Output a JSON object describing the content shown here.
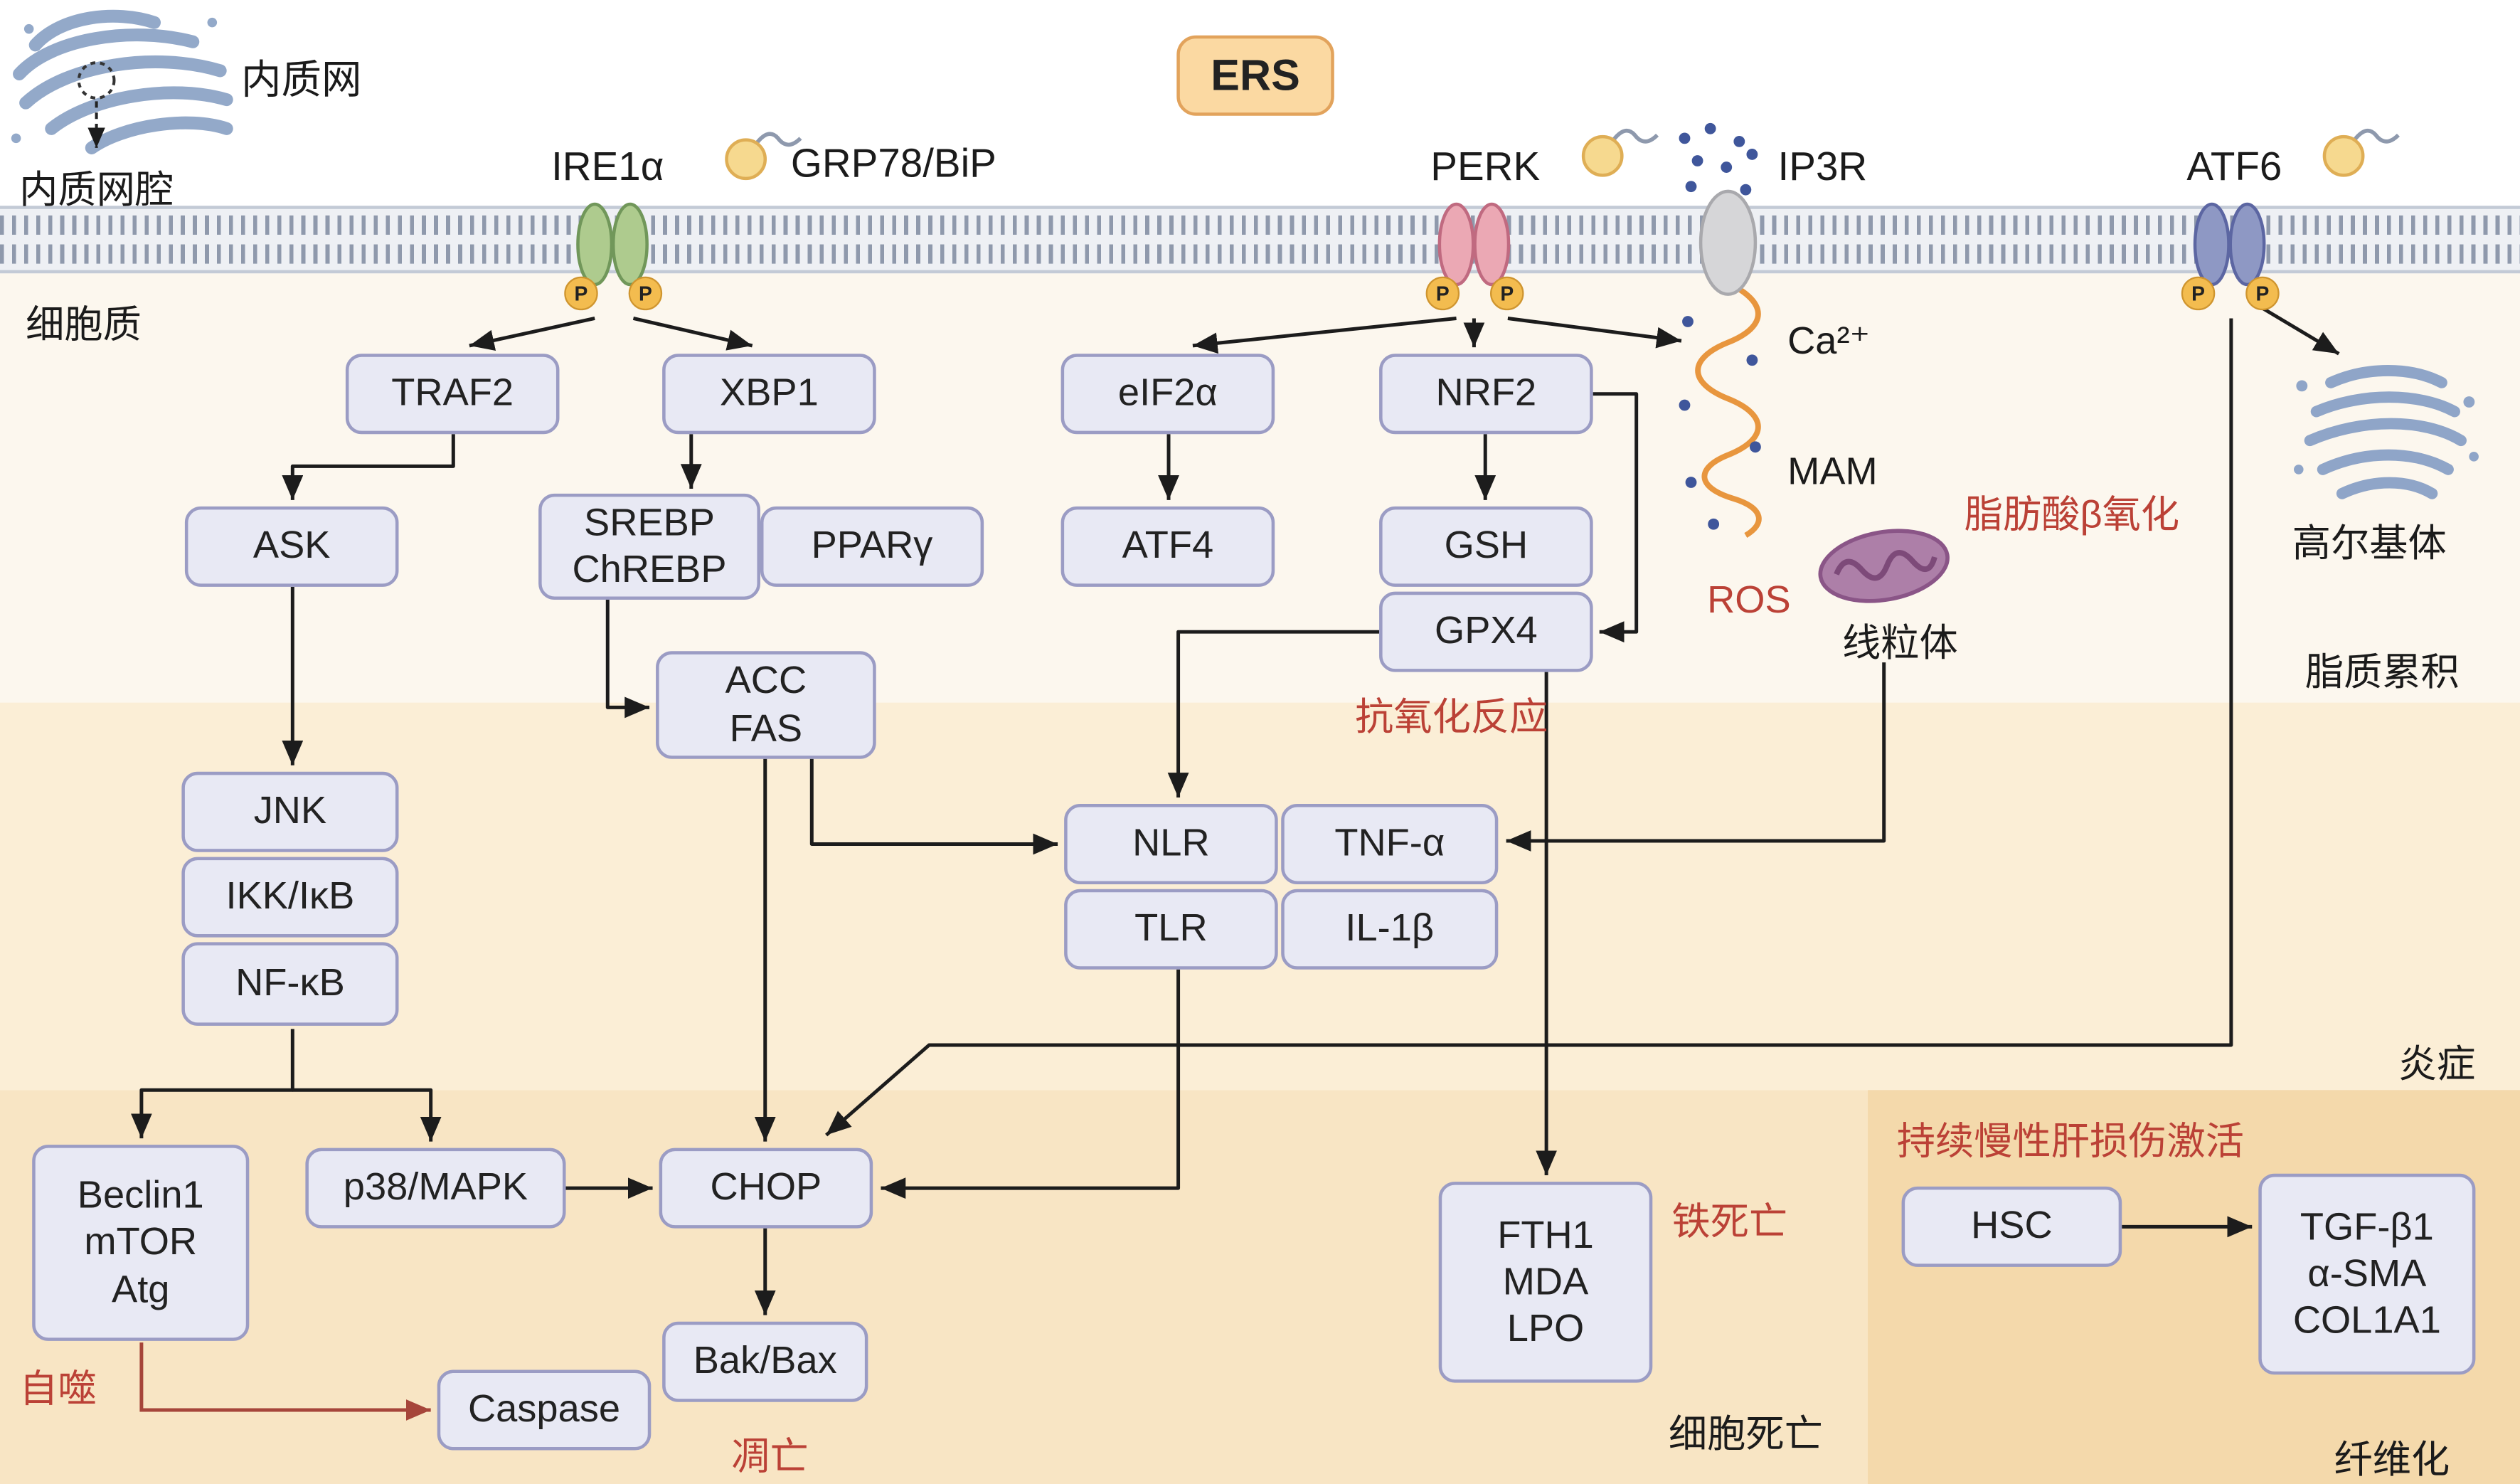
{
  "badges": {
    "ers": "ERS"
  },
  "membrane_labels": {
    "er": "内质网",
    "er_lumen": "内质网腔",
    "cytoplasm": "细胞质",
    "ire1a": "IRE1α",
    "grp78": "GRP78/BiP",
    "perk": "PERK",
    "ip3r": "IP3R",
    "atf6": "ATF6",
    "p": "P"
  },
  "nodes": {
    "traf2": "TRAF2",
    "xbp1": "XBP1",
    "ask": "ASK",
    "srebp": "SREBP\nChREBP",
    "ppar": "PPARγ",
    "jnk": "JNK",
    "ikk": "IKK/IκB",
    "nfkb": "NF-κB",
    "accfas": "ACC\nFAS",
    "eif2a": "eIF2α",
    "atf4": "ATF4",
    "nrf2": "NRF2",
    "gsh": "GSH",
    "gpx4": "GPX4",
    "nlr": "NLR",
    "tnfa": "TNF-α",
    "tlr": "TLR",
    "il1b": "IL-1β",
    "beclin": "Beclin1\nmTOR\nAtg",
    "p38": "p38/MAPK",
    "chop": "CHOP",
    "bakbax": "Bak/Bax",
    "caspase": "Caspase",
    "fth1": "FTH1\nMDA\nLPO",
    "hsc": "HSC",
    "tgfb": "TGF-β1\nα-SMA\nCOL1A1"
  },
  "annotations": {
    "ca": "Ca²⁺",
    "mam": "MAM",
    "mito": "线粒体",
    "golgi": "高尔基体",
    "ros": "ROS",
    "fa_oxidation": "脂肪酸β氧化",
    "antioxidant": "抗氧化反应",
    "ferroptosis": "铁死亡",
    "autophagy": "自噬",
    "apoptosis": "凋亡",
    "chronic_injury": "持续慢性肝损伤激活",
    "lipid_accumulation": "脂质累积",
    "inflammation": "炎症",
    "cell_death": "细胞死亡",
    "fibrosis": "纤维化"
  },
  "colors": {
    "node_fill": "#e8e9f4",
    "node_border": "#9b9cc4",
    "red_label": "#bb4136",
    "ers_fill": "#fbd9a2",
    "ers_border": "#e2a35c",
    "ire1_green": "#aecb8e",
    "perk_pink": "#eba8b4",
    "atf6_blue": "#8e98c4",
    "ip3r_gray": "#d6d6d8",
    "phospho_yellow": "#f3bc4f",
    "membrane_gray": "#8f99ac",
    "mam_orange": "#e8963e",
    "mito_purple": "#ad7fa8",
    "organelle_blue": "#93a9c9",
    "ion_blue": "#3f569b",
    "arrow_black": "#1c1c1c",
    "arrow_red": "#a6453a",
    "zone_cream": "#fcf7ee",
    "zone_light_orange": "#fbeed6",
    "zone_orange": "#f8e5c4",
    "zone_fibrosis": "#f4d9ab"
  }
}
